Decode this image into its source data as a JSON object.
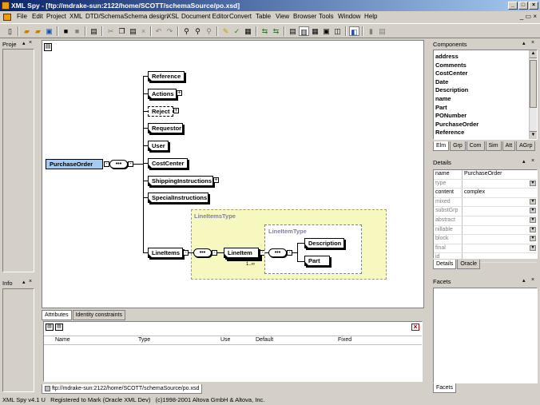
{
  "window": {
    "title": "XML Spy - [ftp://mdrake-sun:2122/home/SCOTT/schemaSource/po.xsd]"
  },
  "menu": [
    "File",
    "Edit",
    "Project",
    "XML",
    "DTD/Schema",
    "Schema design",
    "XSL",
    "Document Editor",
    "Convert",
    "Table",
    "View",
    "Browser",
    "Tools",
    "Window",
    "Help"
  ],
  "left_panels": {
    "project": "Proje",
    "info": "Info"
  },
  "diagram": {
    "root": "PurchaseOrder",
    "children": [
      "Reference",
      "Actions",
      "Reject",
      "Requestor",
      "User",
      "CostCenter",
      "ShippingInstructions",
      "SpecialInstructions",
      "LineItems"
    ],
    "lineitems_type": "LineItemsType",
    "lineitem": "LineItem",
    "lineitem_card": "1..∞",
    "lineitem_type": "LineItemType",
    "lineitem_children": [
      "Description",
      "Part"
    ]
  },
  "bottom": {
    "tabs": [
      "Attributes",
      "Identity constraints"
    ],
    "columns": [
      "Name",
      "Type",
      "Use",
      "Default",
      "Fixed"
    ],
    "doc_tab": "ftp://mdrake-sun:2122/home/SCOTT/schemaSource/po.xsd"
  },
  "components": {
    "title": "Components",
    "items": [
      "address",
      "Comments",
      "CostCenter",
      "Date",
      "Description",
      "name",
      "Part",
      "PONumber",
      "PurchaseOrder",
      "Reference"
    ],
    "tabs": [
      "Elm",
      "Grp",
      "Com",
      "Sim",
      "Att",
      "AGrp"
    ]
  },
  "details": {
    "title": "Details",
    "rows": [
      {
        "k": "name",
        "v": "PurchaseOrder",
        "dd": false
      },
      {
        "k": "type",
        "v": "",
        "dd": true
      },
      {
        "k": "content",
        "v": "complex",
        "dd": false
      },
      {
        "k": "mixed",
        "v": "",
        "dd": true
      },
      {
        "k": "substGrp",
        "v": "",
        "dd": true
      },
      {
        "k": "abstract",
        "v": "",
        "dd": true
      },
      {
        "k": "nillable",
        "v": "",
        "dd": true
      },
      {
        "k": "block",
        "v": "",
        "dd": true
      },
      {
        "k": "final",
        "v": "",
        "dd": true
      },
      {
        "k": "id",
        "v": "",
        "dd": false
      }
    ],
    "tabs": [
      "Details",
      "Oracle"
    ]
  },
  "facets": {
    "title": "Facets",
    "tab": "Facets"
  },
  "status": "XML Spy v4.1 U   Registered to Mark (Oracle XML Dev)   (c)1998-2001 Altova GmbH & Altova, Inc."
}
